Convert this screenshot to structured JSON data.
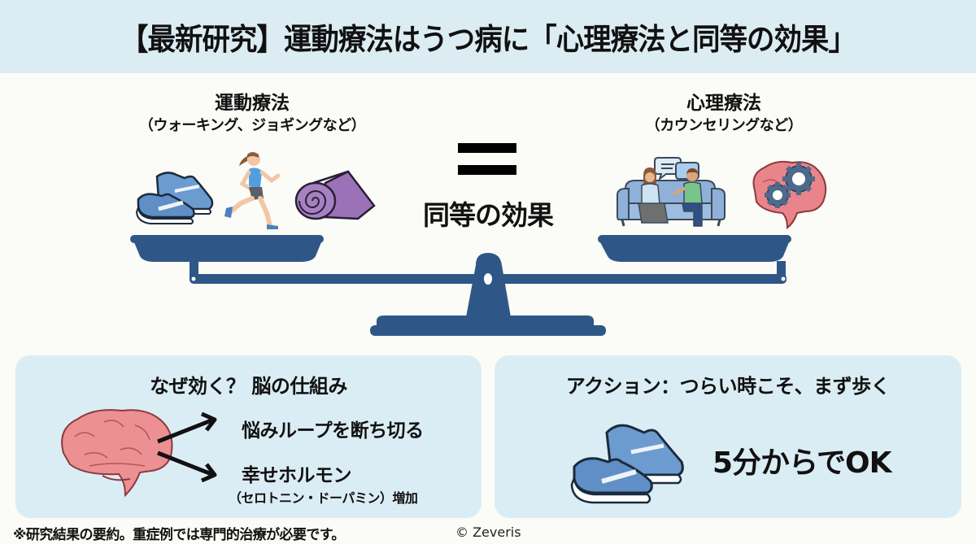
{
  "header": {
    "title": "【最新研究】運動療法はうつ病に「心理療法と同等の効果」"
  },
  "left_side": {
    "title": "運動療法",
    "subtitle": "（ウォーキング、ジョギングなど）",
    "icons": [
      "running-shoes-icon",
      "runner-icon",
      "yoga-mat-icon"
    ]
  },
  "right_side": {
    "title": "心理療法",
    "subtitle": "（カウンセリングなど）",
    "icons": [
      "counseling-couch-icon",
      "brain-gears-icon"
    ]
  },
  "center": {
    "equal_symbol": "=",
    "label": "同等の効果"
  },
  "colors": {
    "header_bg": "#dcecf3",
    "panel_bg": "#dbedf4",
    "scale_blue": "#2e5787",
    "shoe_blue": "#6c9bd0",
    "mat_purple": "#9b72b8",
    "brain_pink": "#e9848a",
    "page_bg": "#fbfbf7"
  },
  "panel_mechanism": {
    "title": "なぜ効く？ 脳の仕組み",
    "point1": "悩みループを断ち切る",
    "point2": "幸せホルモン",
    "point2_detail": "（セロトニン・ドーパミン）増加"
  },
  "panel_action": {
    "title": "アクション：つらい時こそ、まず歩く",
    "message": "5分からでOK"
  },
  "footer": {
    "note": "※研究結果の要約。重症例では専門的治療が必要です。",
    "copyright": "© Zeveris"
  }
}
